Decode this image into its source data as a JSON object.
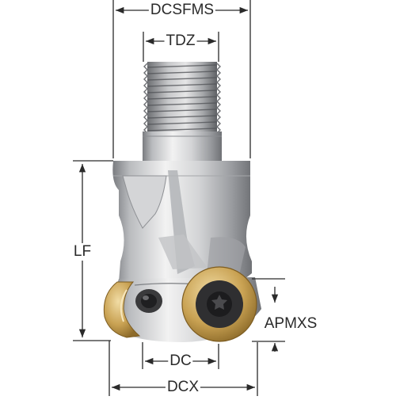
{
  "labels": {
    "dcsfms": "DCSFMS",
    "tdz": "TDZ",
    "lf": "LF",
    "apmxs": "APMXS",
    "dc": "DC",
    "dcx": "DCX"
  },
  "colors": {
    "line": "#2a2a2a",
    "steel_dark": "#6f7175",
    "steel_light": "#eceded",
    "insert_gold": "#c9a253",
    "insert_dark": "#2f2f31"
  }
}
